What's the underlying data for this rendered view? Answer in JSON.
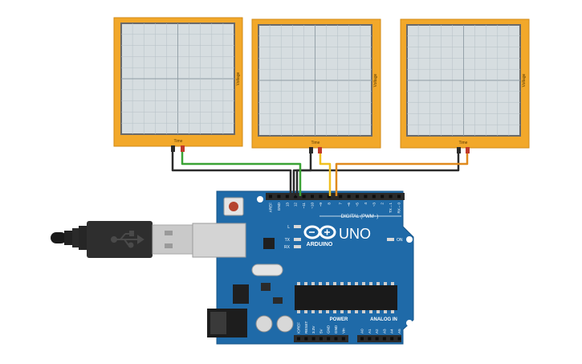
{
  "oscilloscopes": [
    {
      "time_label": "Time",
      "voltage_label": "Voltage"
    },
    {
      "time_label": "Time",
      "voltage_label": "Voltage"
    },
    {
      "time_label": "Time",
      "voltage_label": "Voltage"
    }
  ],
  "board": {
    "brand": "ARDUINO",
    "model": "UNO",
    "digital_header_label": "DIGITAL (PWM~)",
    "power_label": "POWER",
    "analog_label": "ANALOG IN",
    "led_l": "L",
    "led_tx": "TX",
    "led_rx": "RX",
    "led_on": "ON",
    "digital_pins": [
      "AREF",
      "GND",
      "13",
      "12",
      "~11",
      "~10",
      "~9",
      "8",
      "7",
      "~6",
      "~5",
      "4",
      "~3",
      "2",
      "TX→1",
      "RX←0"
    ],
    "power_pins": [
      "IOREF",
      "RESET",
      "3.3V",
      "5V",
      "GND",
      "GND",
      "Vin"
    ],
    "analog_pins": [
      "A0",
      "A1",
      "A2",
      "A3",
      "A4",
      "A5"
    ]
  },
  "colors": {
    "scope_frame": "#f2a82a",
    "scope_screen": "#d6dde0",
    "scope_grid": "#b5c0c6",
    "board_blue": "#1f6aa8",
    "header_black": "#2a2a2a",
    "wire_black": "#2b2b2b",
    "wire_green": "#3aa335",
    "wire_yellow": "#f0c020",
    "wire_orange": "#e08a1e",
    "probe_red": "#c0392b"
  }
}
